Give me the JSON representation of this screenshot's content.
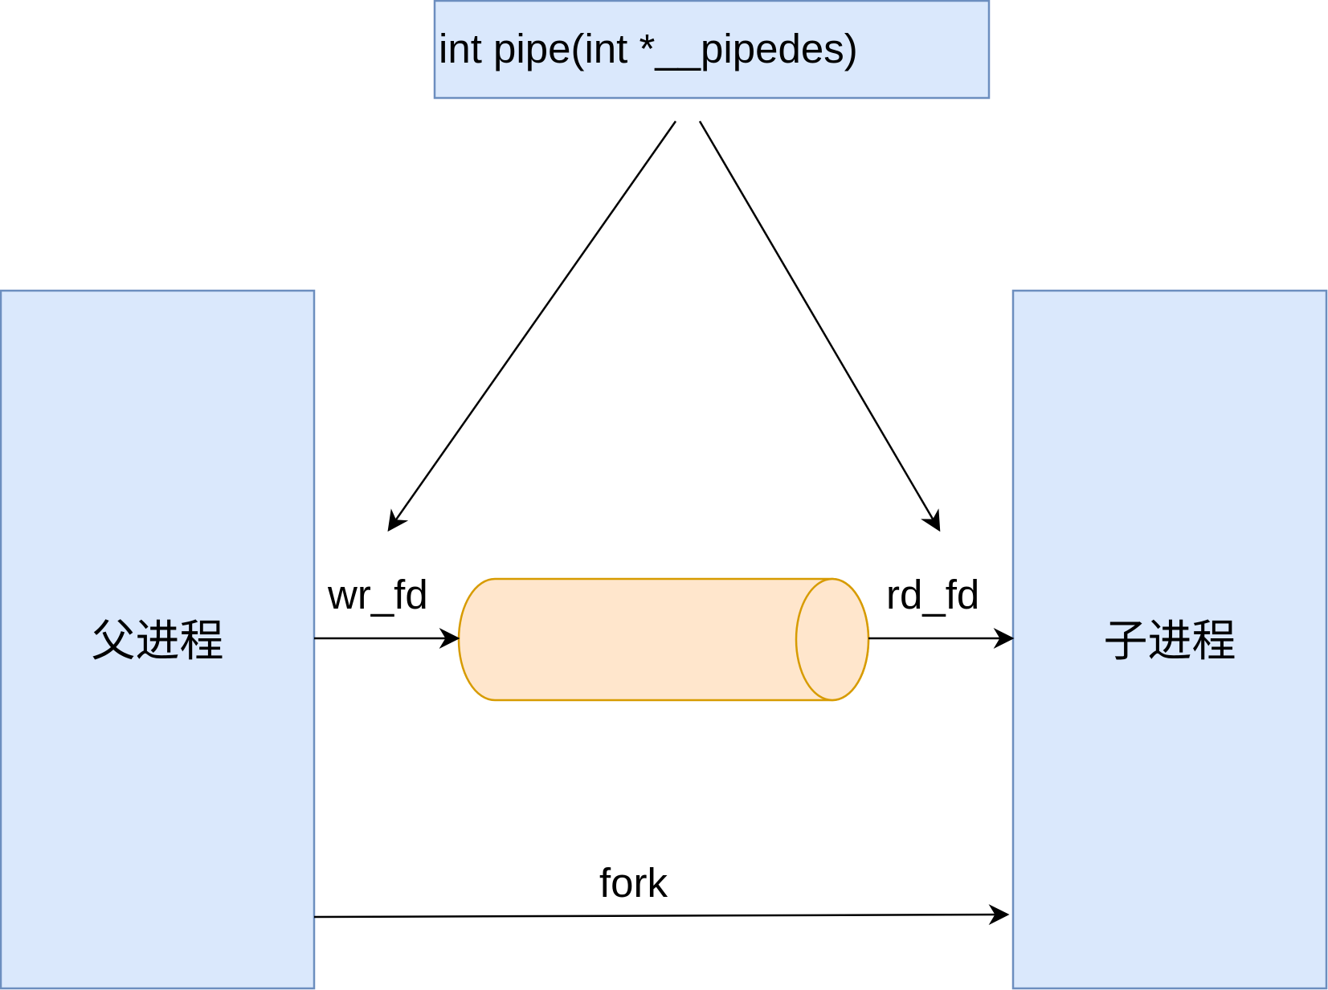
{
  "function_box": {
    "label": "int pipe(int *__pipedes)"
  },
  "parent_process": {
    "label": "父进程"
  },
  "child_process": {
    "label": "子进程"
  },
  "write_fd": {
    "label": "wr_fd"
  },
  "read_fd": {
    "label": "rd_fd"
  },
  "fork": {
    "label": "fork"
  },
  "colors": {
    "box_fill": "#dae8fc",
    "box_stroke": "#6c8ebf",
    "pipe_fill": "#ffe6cc",
    "pipe_stroke": "#d79b00"
  }
}
